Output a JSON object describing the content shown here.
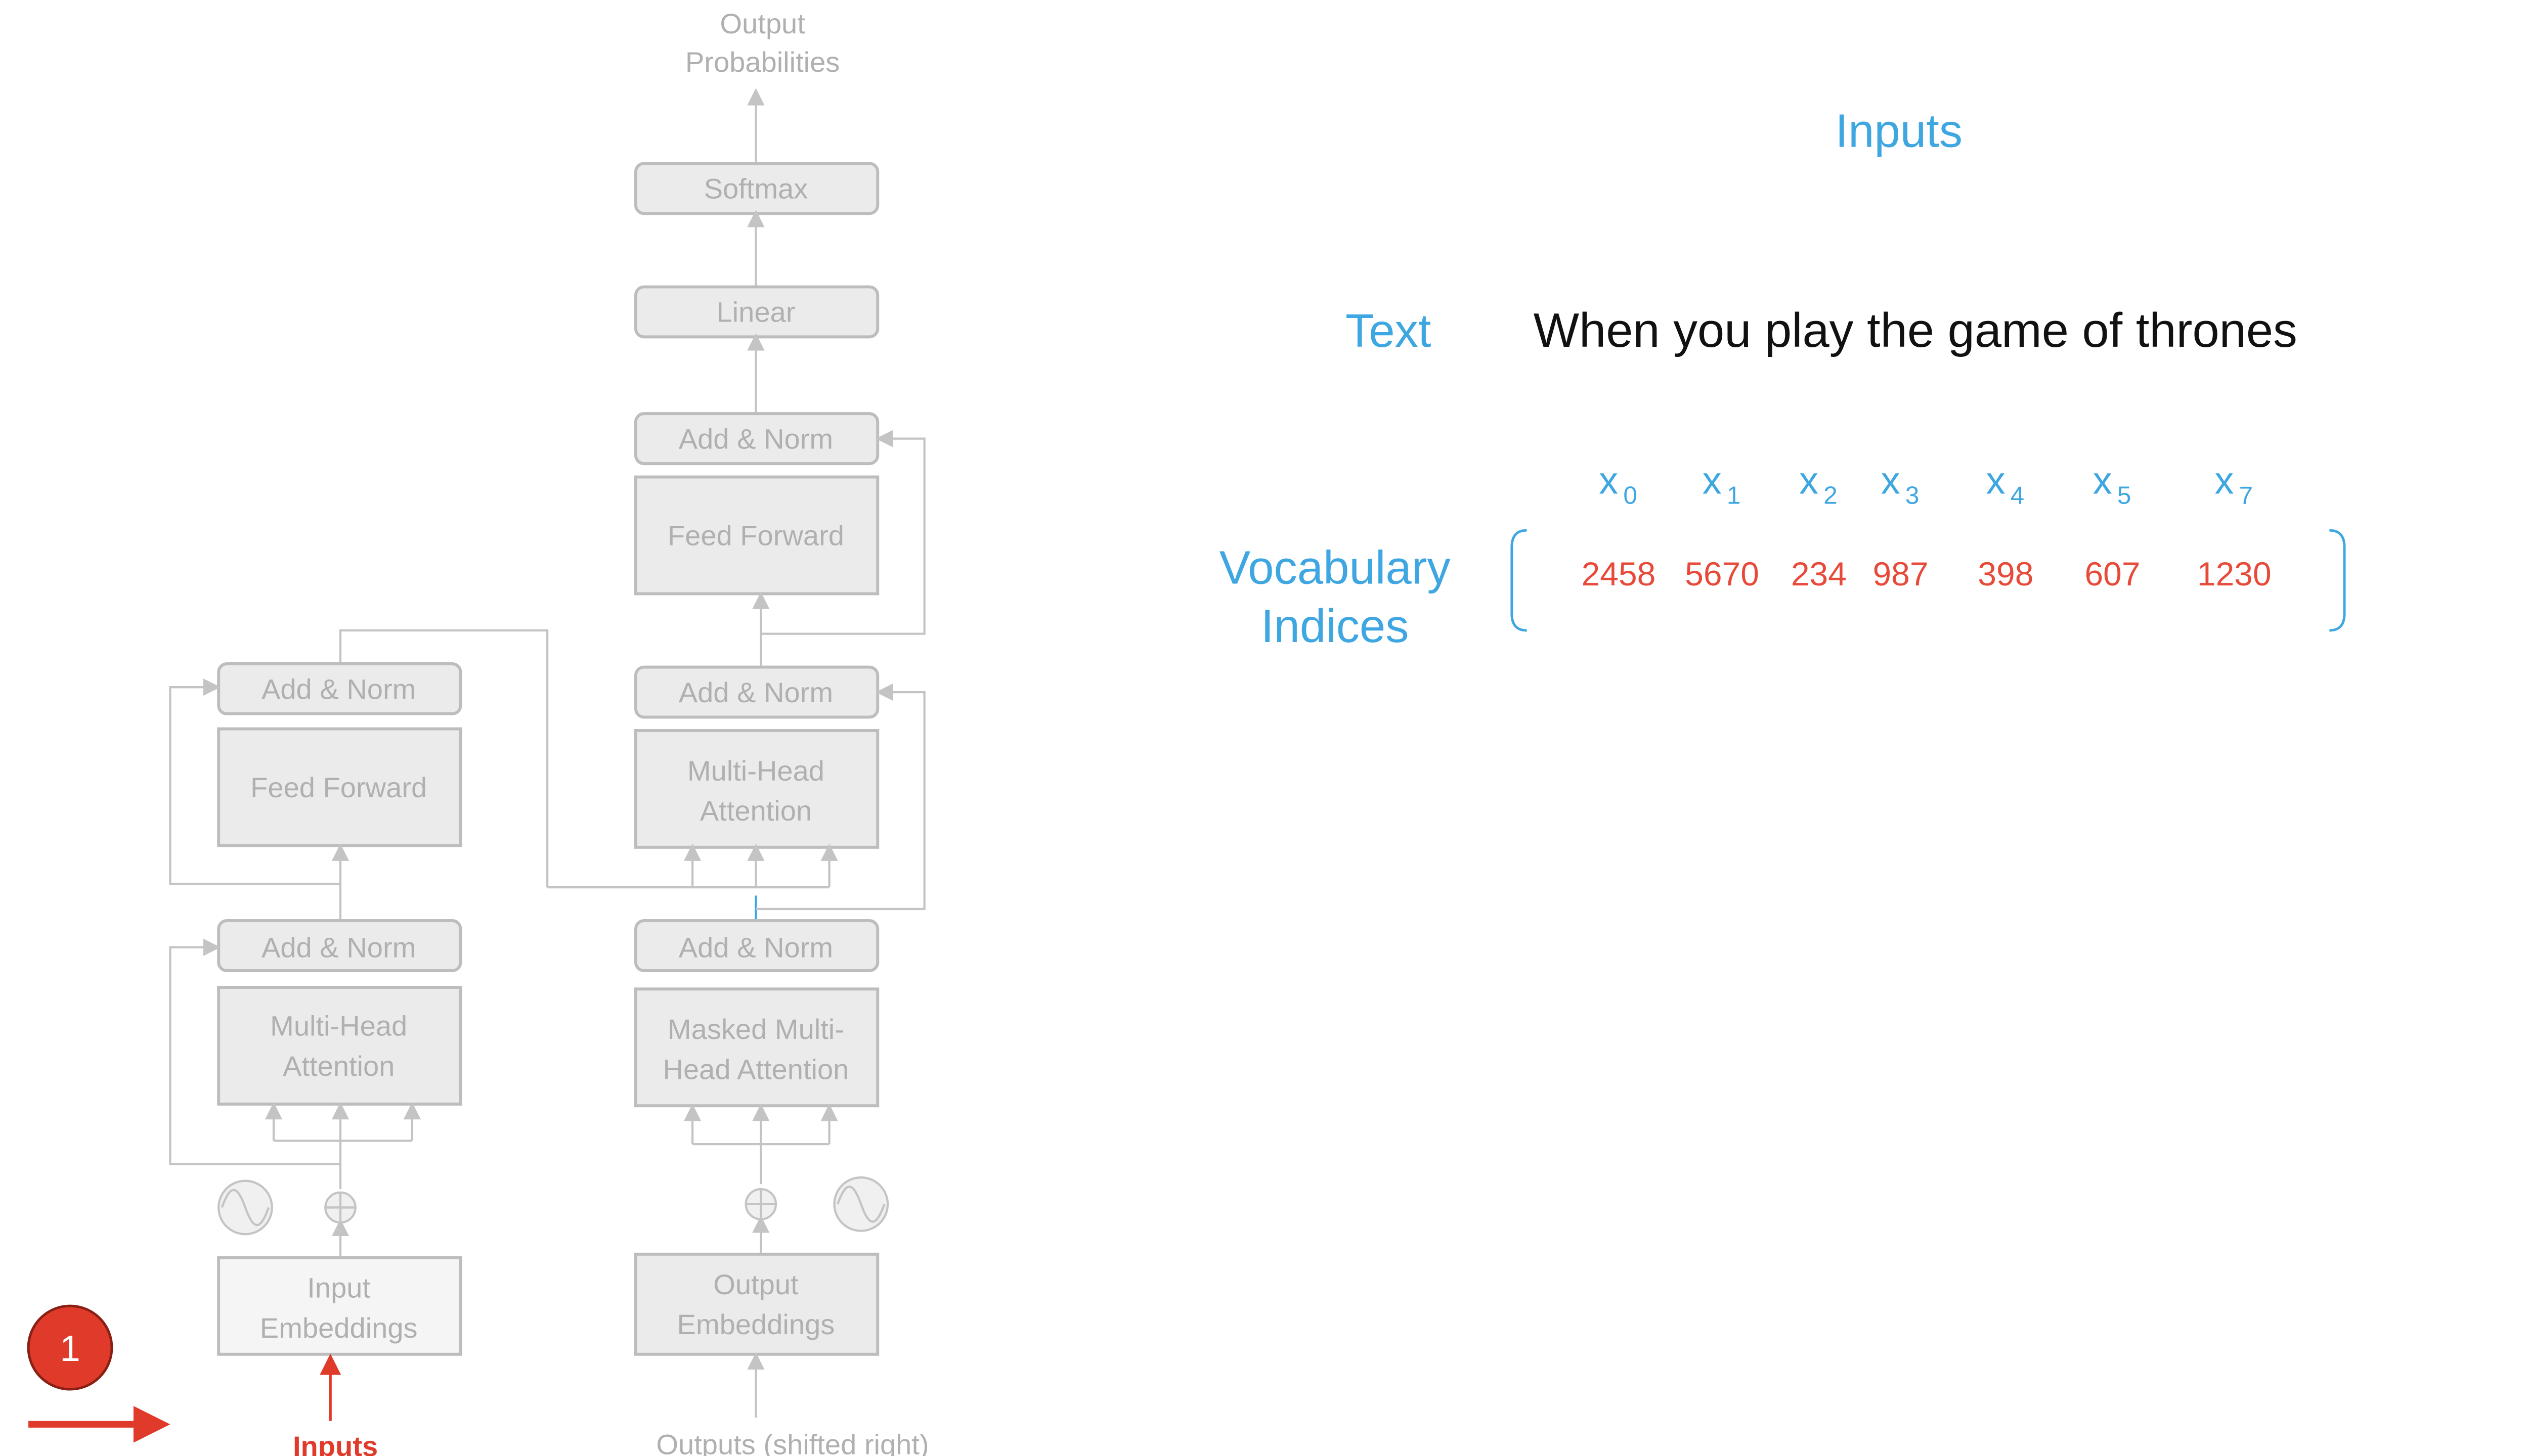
{
  "diagram": {
    "output_label_line1": "Output",
    "output_label_line2": "Probabilities",
    "softmax": "Softmax",
    "linear": "Linear",
    "decoder_add_norm_top": "Add & Norm",
    "decoder_feed_forward": "Feed Forward",
    "decoder_add_norm_mid": "Add & Norm",
    "decoder_mha_line1": "Multi-Head",
    "decoder_mha_line2": "Attention",
    "decoder_add_norm_low": "Add & Norm",
    "masked_mha_line1": "Masked Multi-",
    "masked_mha_line2": "Head Attention",
    "output_emb_line1": "Output",
    "output_emb_line2": "Embeddings",
    "outputs_label": "Outputs (shifted right)",
    "encoder_add_norm_top": "Add & Norm",
    "encoder_feed_forward": "Feed Forward",
    "encoder_add_norm_low": "Add & Norm",
    "encoder_mha_line1": "Multi-Head",
    "encoder_mha_line2": "Attention",
    "input_emb_line1": "Input",
    "input_emb_line2": "Embeddings",
    "inputs_label": "Inputs",
    "step_badge": "1"
  },
  "panel": {
    "title": "Inputs",
    "text_label": "Text",
    "sentence": "When you play the game of thrones",
    "vocab_label_line1": "Vocabulary",
    "vocab_label_line2": "Indices",
    "tokens": [
      {
        "var": "x",
        "sub": "0",
        "index": "2458"
      },
      {
        "var": "x",
        "sub": "1",
        "index": "5670"
      },
      {
        "var": "x",
        "sub": "2",
        "index": "234"
      },
      {
        "var": "x",
        "sub": "3",
        "index": "987"
      },
      {
        "var": "x",
        "sub": "4",
        "index": "398"
      },
      {
        "var": "x",
        "sub": "5",
        "index": "607"
      },
      {
        "var": "x",
        "sub": "7",
        "index": "1230"
      }
    ]
  },
  "colors": {
    "accent_blue": "#3ea6e1",
    "accent_red": "#e84a3a",
    "badge_red": "#e03a2a",
    "muted_gray": "#b0b0b0"
  }
}
